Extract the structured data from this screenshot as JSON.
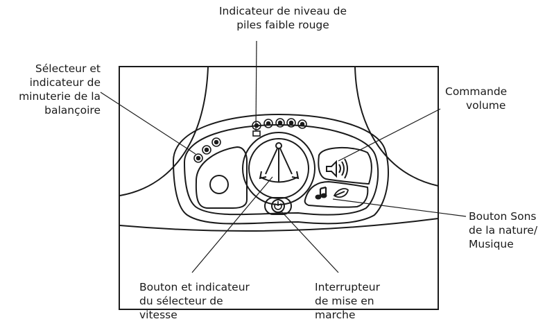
{
  "labels": {
    "battery_indicator": [
      "Indicateur de niveau de",
      "piles faible rouge"
    ],
    "timer_selector": [
      "Sélecteur et",
      "indicateur de",
      "minuterie de la",
      "balançoire"
    ],
    "volume_control": [
      "Commande",
      "volume"
    ],
    "nature_music_button": [
      "Bouton Sons",
      "de la nature/",
      "Musique"
    ],
    "speed_selector": [
      "Bouton et indicateur",
      "du sélecteur de",
      "vitesse"
    ],
    "power_switch": [
      "Interrupteur",
      "de mise en",
      "marche"
    ]
  }
}
